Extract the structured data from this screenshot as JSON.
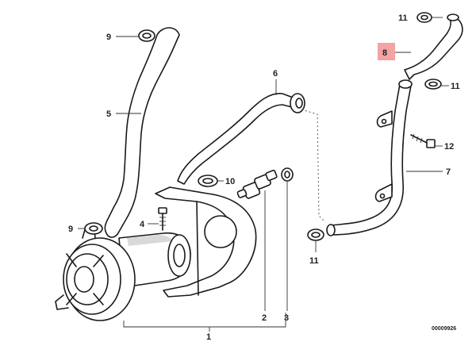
{
  "diagram": {
    "callouts": {
      "c1": "1",
      "c2": "2",
      "c3": "3",
      "c4": "4",
      "c5": "5",
      "c6": "6",
      "c7": "7",
      "c8": "8",
      "c9a": "9",
      "c9b": "9",
      "c10": "10",
      "c11a": "11",
      "c11b": "11",
      "c11c": "11",
      "c12": "12"
    },
    "highlight_color": "#f3a3a3",
    "reference_code": "00009926"
  }
}
